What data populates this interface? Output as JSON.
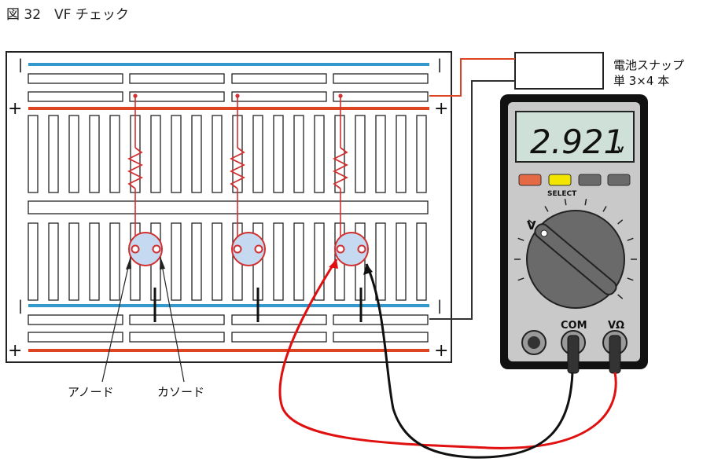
{
  "title": "図 32　VF チェック",
  "battery": {
    "line1": "電池スナップ",
    "line2": "単 3×4 本"
  },
  "meter": {
    "display": "2.921",
    "unit": "v",
    "select_label": "SELECT",
    "dial_label": "V",
    "com_label": "COM",
    "vohm_label": "VΩ"
  },
  "breadboard": {
    "plus": "+",
    "minus": "|"
  },
  "labels": {
    "anode": "アノード",
    "cathode": "カソード"
  },
  "colors": {
    "rail_blue": "#3399cc",
    "rail_red": "#dd4422",
    "probe_red": "#e01010",
    "probe_black": "#111111",
    "lcd": "#cfe0d8",
    "button_orange": "#e46a45",
    "button_yellow": "#f2e600",
    "button_gray": "#6a6a6a",
    "meter_body": "#c9c9c9"
  }
}
